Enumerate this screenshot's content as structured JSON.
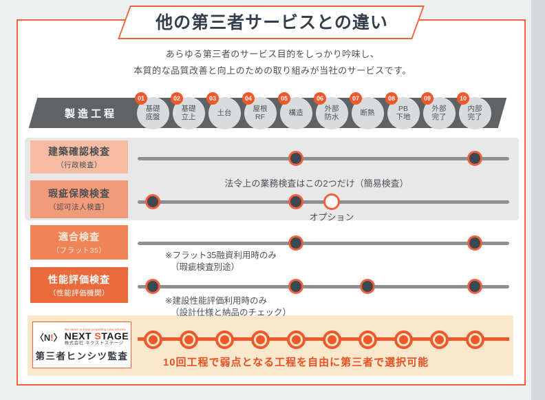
{
  "colors": {
    "accent_orange": "#F0572B",
    "border_orange": "#F0613C",
    "title_text": "#333F4C",
    "process_band": "#5F6366",
    "stage_circle": "#DADBDC",
    "timeline_line": "#8C9095",
    "dot_fill": "#3E4853",
    "row_band_bg": "#E8E8E9",
    "cream_bg": "#FAE8CC",
    "caption_text": "#E94F26",
    "note_text": "#4D5156",
    "outer_bg": "#EDEEEE"
  },
  "header": {
    "title": "他の第三者サービスとの違い",
    "subtitle_line1": "あらゆる第三者のサービス目的をしっかり吟味し、",
    "subtitle_line2": "本質的な品質改善と向上のための取り組みが当社のサービスです。"
  },
  "process": {
    "header": "製造工程",
    "stages": [
      {
        "num": "01",
        "lines": [
          "基礎",
          "底盤"
        ]
      },
      {
        "num": "02",
        "lines": [
          "基礎",
          "立上"
        ]
      },
      {
        "num": "03",
        "lines": [
          "土台"
        ]
      },
      {
        "num": "04",
        "lines": [
          "屋根",
          "RF"
        ]
      },
      {
        "num": "05",
        "lines": [
          "構造"
        ]
      },
      {
        "num": "06",
        "lines": [
          "外部",
          "防水"
        ]
      },
      {
        "num": "07",
        "lines": [
          "断熱"
        ]
      },
      {
        "num": "08",
        "lines": [
          "PB",
          "下地"
        ]
      },
      {
        "num": "09",
        "lines": [
          "外部",
          "完了"
        ]
      },
      {
        "num": "10",
        "lines": [
          "内部",
          "完了"
        ]
      }
    ]
  },
  "rows": [
    {
      "title": "建築確認検査",
      "sub": "（行政検査）",
      "bg": "#F5BBA3",
      "dots": [
        5,
        10
      ],
      "hollow_dots": [],
      "note": "法令上の業務検査はこの2つだけ（簡易検査）"
    },
    {
      "title": "瑕疵保険検査",
      "sub": "（認可法人検査）",
      "bg": "#F19B7B",
      "dots": [
        1,
        5
      ],
      "hollow_dots": [
        6
      ],
      "option_label": "オプション"
    },
    {
      "title": "適合検査",
      "sub": "（フラット35）",
      "bg": "#EF8557",
      "dots": [
        5,
        10
      ],
      "hollow_dots": [],
      "note_line1": "※フラット35融資利用時のみ",
      "note_line2": "（瑕疵検査別途）"
    },
    {
      "title": "性能評価検査",
      "sub": "（性能評価機関）",
      "bg": "#EA6A3B",
      "dots": [
        1,
        5,
        7,
        10
      ],
      "hollow_dots": [],
      "note_line1": "※建設性能評価利用時のみ",
      "note_line2": "（設計仕様と納品のチェック）"
    }
  ],
  "bottom": {
    "logo": {
      "mark": "N",
      "mark_bang": "!",
      "tagline": "We strive to keep propelling new reforms",
      "brand_part1": "NEXT ",
      "brand_s": "S",
      "brand_part2": "TAGE",
      "company": "株式会社 ネクストステージ",
      "service": "第三者ヒンシツ監査"
    },
    "dot_stages": [
      1,
      2,
      3,
      4,
      5,
      6,
      7,
      8,
      9,
      10
    ],
    "caption": "10回工程で弱点となる工程を自由に第三者で選択可能"
  }
}
